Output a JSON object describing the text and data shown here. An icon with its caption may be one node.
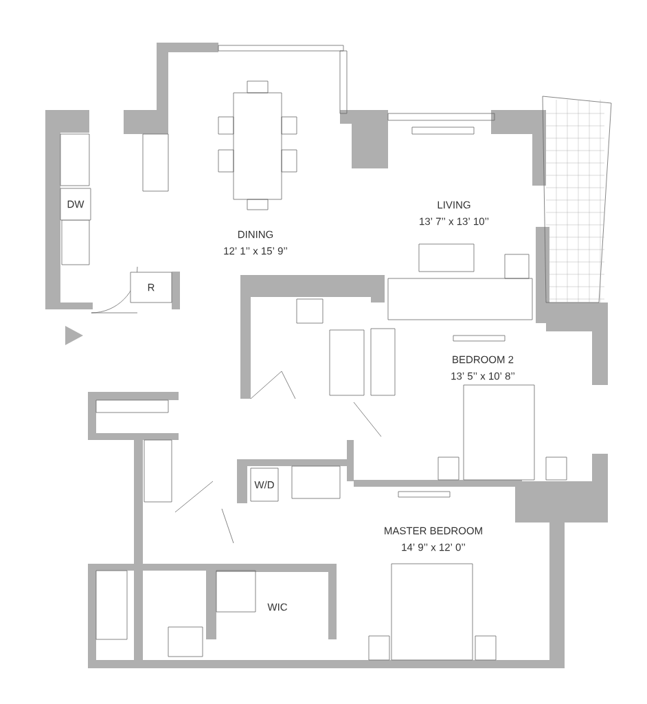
{
  "diagram": {
    "nodes": [
      {
        "text": [
          "DW"
        ]
      },
      {
        "text": [
          "R"
        ]
      },
      {
        "text": [
          "DINING",
          "12’ 1’’ x 15’ 9’’"
        ]
      },
      {
        "text": [
          "LIVING",
          "13’ 7’’ x 13’ 10’’"
        ]
      },
      {
        "text": [
          "BEDROOM 2",
          "13’ 5’’ x 10’ 8’’"
        ]
      },
      {
        "text": [
          "W/D"
        ]
      },
      {
        "text": [
          "MASTER BEDROOM",
          "14’ 9’’ x 12’ 0’’"
        ]
      },
      {
        "text": [
          "WIC"
        ]
      }
    ]
  }
}
